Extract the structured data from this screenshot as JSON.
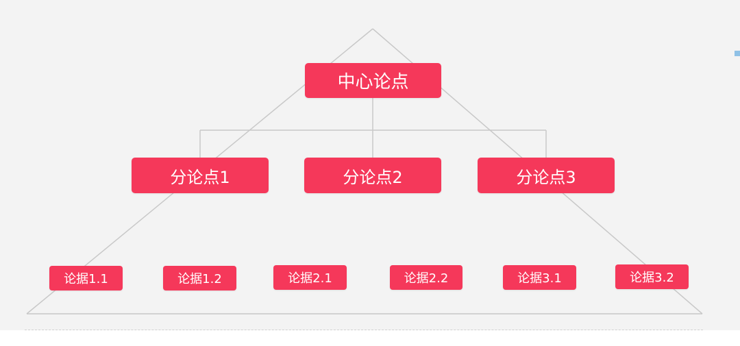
{
  "diagram": {
    "root": "中心论点",
    "subpoints": [
      "分论点1",
      "分论点2",
      "分论点3"
    ],
    "arguments": [
      "论据1.1",
      "论据1.2",
      "论据2.1",
      "论据2.2",
      "论据3.1",
      "论据3.2"
    ]
  },
  "colors": {
    "node": "#f5385a",
    "node_text": "#ffffff",
    "line": "#c8c8c8",
    "background": "#f3f3f3"
  }
}
